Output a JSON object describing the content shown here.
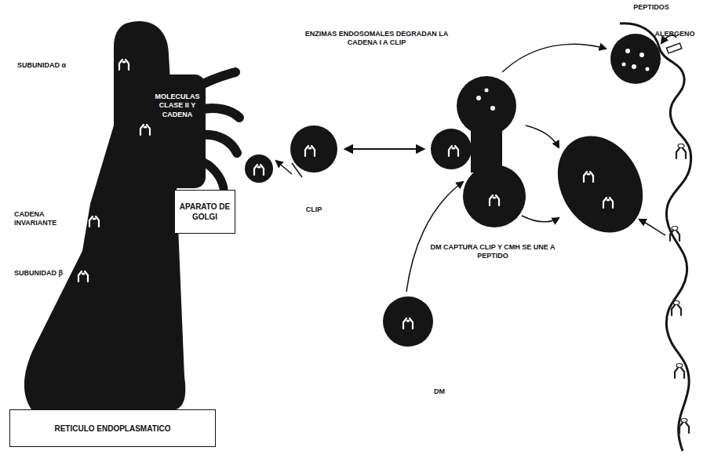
{
  "diagram": {
    "nodes": [
      {
        "text": [
          "APARATO DE GOLGI"
        ]
      },
      {
        "text": [
          "RETICULO ENDOPLASMATICO"
        ]
      }
    ],
    "labels": [
      "PEPTIDOS",
      "ALERGENO",
      "ENZIMAS ENDOSOMALES DEGRADAN LA CADENA I A CLIP",
      "SUBUNIDAD α",
      "MOLECULAS CLASE II Y CADENA",
      "CADENA INVARIANTE",
      "CLIP",
      "SUBUNIDAD β",
      "DM CAPTURA CLIP Y CMH SE UNE A PEPTIDO",
      "DM"
    ]
  }
}
